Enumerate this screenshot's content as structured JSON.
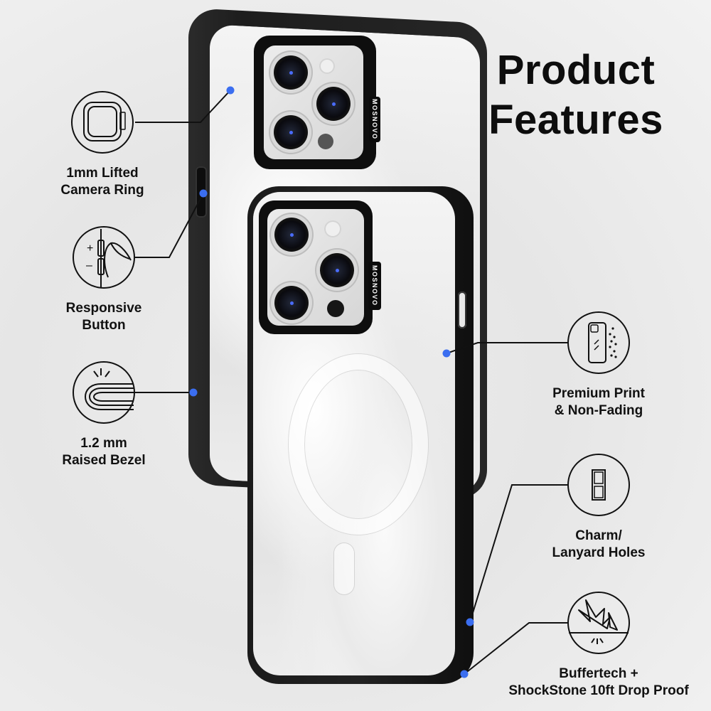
{
  "title": {
    "line1": "Product",
    "line2": "Features"
  },
  "brand": "MOSNOVO",
  "colors": {
    "background": "#ececec",
    "text": "#111111",
    "bumper": "#1a1a1a",
    "callout_dot": "#3b6ef0"
  },
  "features_left": [
    {
      "id": "camera-ring",
      "icon": "camera-ring-icon",
      "line1": "1mm Lifted",
      "line2": "Camera Ring"
    },
    {
      "id": "responsive-button",
      "icon": "responsive-button-icon",
      "line1": "Responsive",
      "line2": "Button"
    },
    {
      "id": "raised-bezel",
      "icon": "raised-bezel-icon",
      "line1": "1.2 mm",
      "line2": "Raised Bezel"
    }
  ],
  "features_right": [
    {
      "id": "premium-print",
      "icon": "premium-print-icon",
      "line1": "Premium Print",
      "line2": "& Non-Fading"
    },
    {
      "id": "lanyard-holes",
      "icon": "lanyard-holes-icon",
      "line1": "Charm/",
      "line2": "Lanyard Holes"
    },
    {
      "id": "drop-proof",
      "icon": "drop-proof-icon",
      "line1": "Buffertech +",
      "line2": "ShockStone 10ft Drop Proof"
    }
  ]
}
